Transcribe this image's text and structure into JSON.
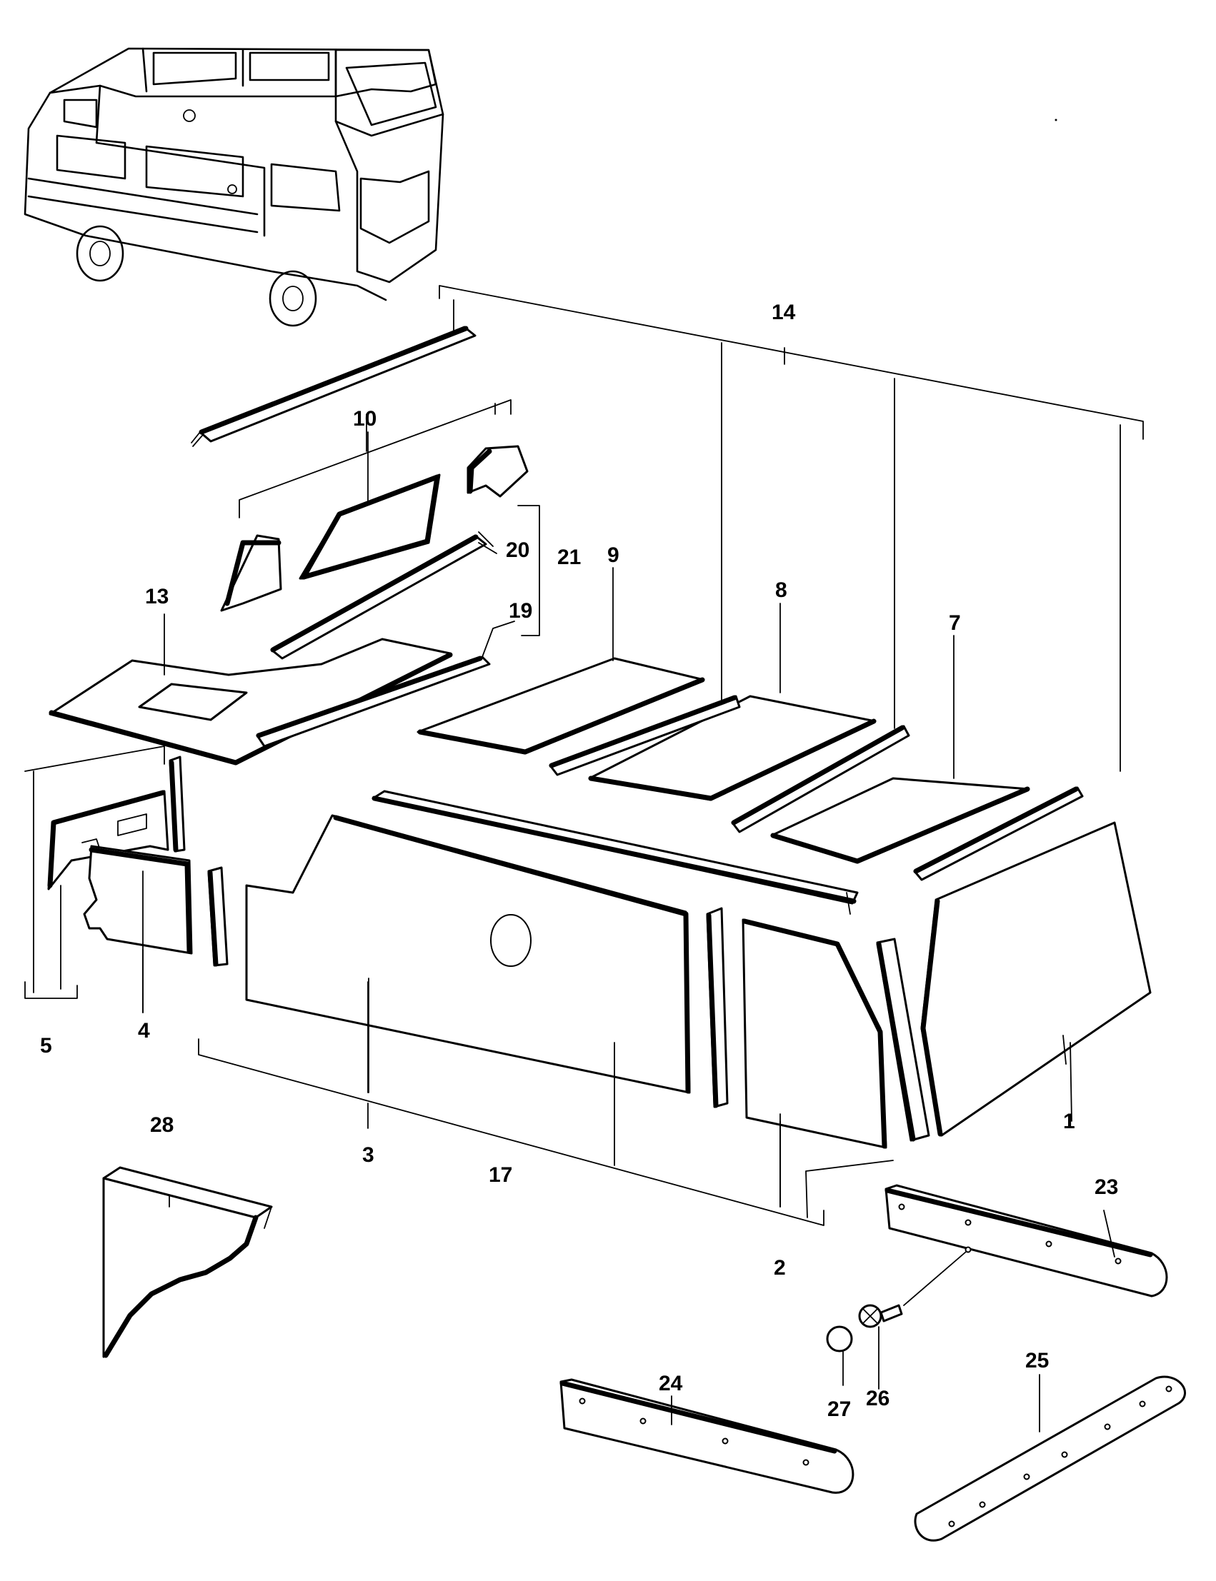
{
  "callouts": {
    "c1": "1",
    "c2": "2",
    "c3": "3",
    "c4": "4",
    "c5": "5",
    "c7": "7",
    "c8": "8",
    "c9": "9",
    "c10": "10",
    "c13": "13",
    "c14": "14",
    "c17": "17",
    "c19": "19",
    "c20": "20",
    "c21": "21",
    "c23": "23",
    "c24": "24",
    "c25": "25",
    "c26": "26",
    "c27": "27",
    "c28": "28"
  }
}
